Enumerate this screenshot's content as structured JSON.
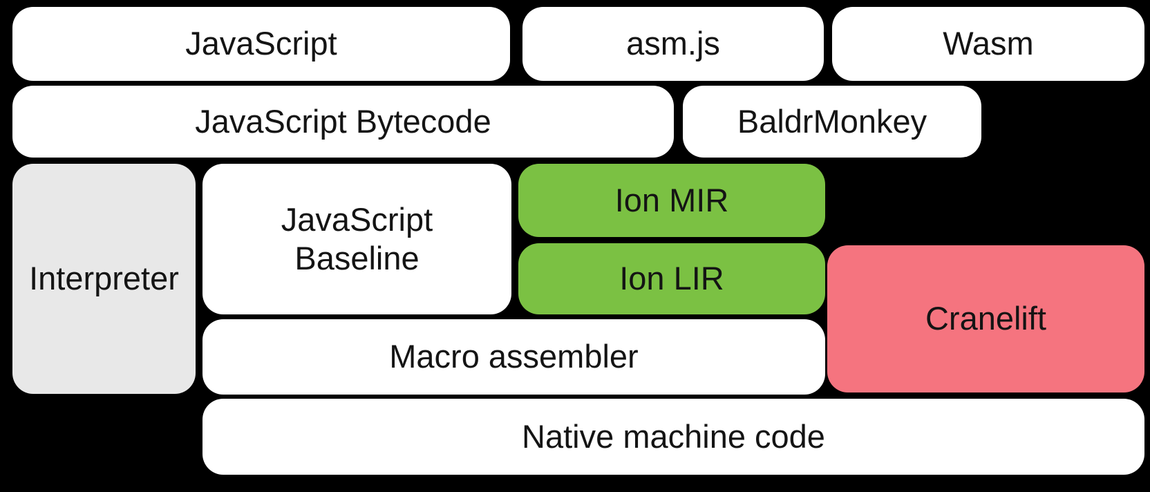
{
  "diagram": {
    "background": "#000000",
    "text_color": "#141414",
    "colors": {
      "default": "#ffffff",
      "interpreter": "#e8e8e8",
      "ion": "#7bc143",
      "cranelift": "#f5747f"
    },
    "nodes": [
      {
        "id": "javascript",
        "label": "JavaScript",
        "color": "default"
      },
      {
        "id": "asmjs",
        "label": "asm.js",
        "color": "default"
      },
      {
        "id": "wasm",
        "label": "Wasm",
        "color": "default"
      },
      {
        "id": "js-bytecode",
        "label": "JavaScript Bytecode",
        "color": "default"
      },
      {
        "id": "baldrmonkey",
        "label": "BaldrMonkey",
        "color": "default"
      },
      {
        "id": "interpreter",
        "label": "Interpreter",
        "color": "interpreter"
      },
      {
        "id": "js-baseline",
        "label": "JavaScript\nBaseline",
        "color": "default"
      },
      {
        "id": "ion-mir",
        "label": "Ion MIR",
        "color": "ion"
      },
      {
        "id": "ion-lir",
        "label": "Ion LIR",
        "color": "ion"
      },
      {
        "id": "cranelift",
        "label": "Cranelift",
        "color": "cranelift"
      },
      {
        "id": "macro-assembler",
        "label": "Macro assembler",
        "color": "default"
      },
      {
        "id": "native-machine-code",
        "label": "Native machine code",
        "color": "default"
      }
    ]
  }
}
